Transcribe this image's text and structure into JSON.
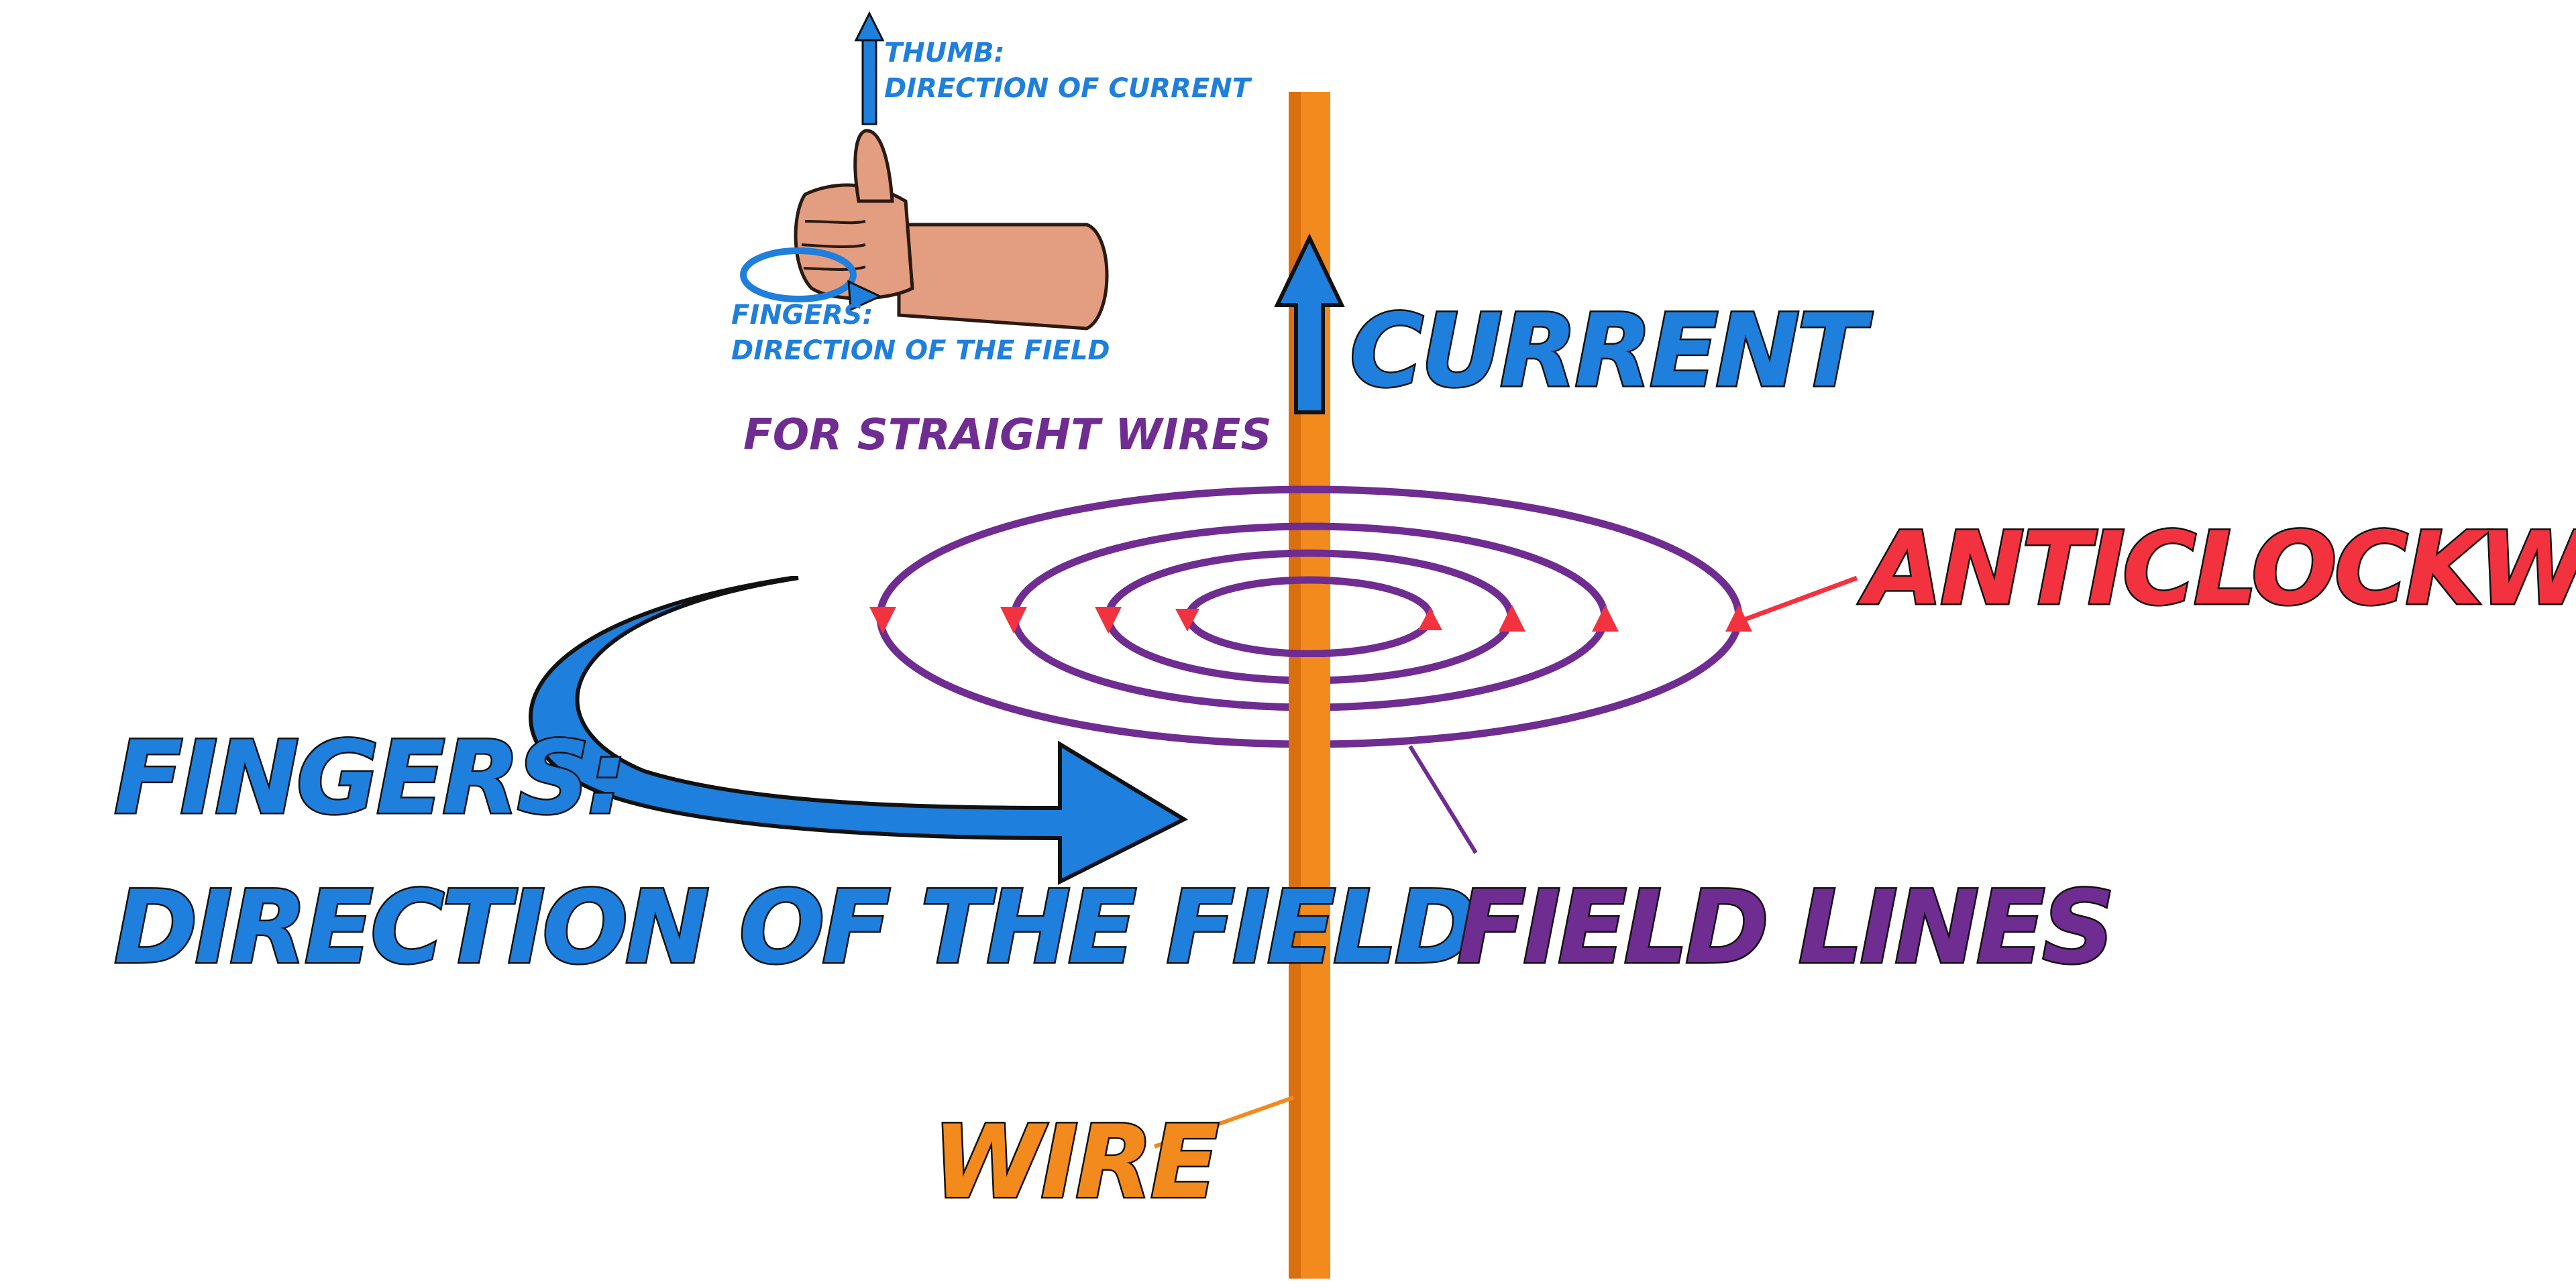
{
  "labels": {
    "thumb_caption_line1": "THUMB:",
    "thumb_caption_line2": "DIRECTION OF CURRENT",
    "fingers_caption_line1": "FINGERS:",
    "fingers_caption_line2": "DIRECTION OF THE FIELD",
    "rule_caption": "FOR STRAIGHT WIRES",
    "current": "CURRENT",
    "anticlockwise": "ANTICLOCKWISE",
    "fingers_big_line1": "FINGERS:",
    "fingers_big_line2": "DIRECTION OF THE FIELD",
    "field_lines": "FIELD LINES",
    "wire": "WIRE"
  },
  "colors": {
    "blue": "#1f7fdc",
    "purple": "#6f2c91",
    "red": "#f2333f",
    "orange": "#f28a1e",
    "orange_dark": "#d9700d",
    "skin": "#e39d80",
    "skin_outline": "#2a1a12"
  },
  "icons": {
    "hand": "right-hand-thumbs-up-icon",
    "curved_arrow": "curved-arrow-icon",
    "current_arrow": "up-arrow-icon"
  }
}
